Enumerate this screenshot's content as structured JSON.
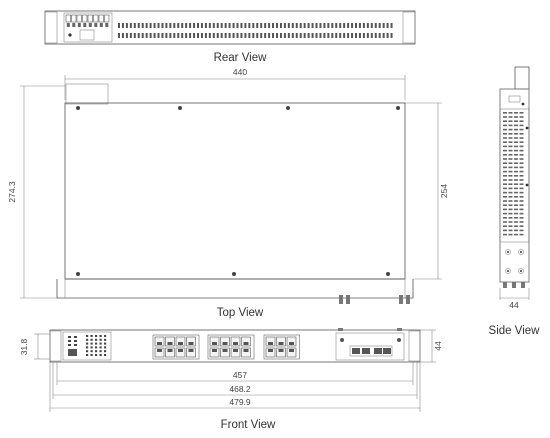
{
  "views": {
    "rear": "Rear View",
    "top": "Top View",
    "side": "Side View",
    "front": "Front View"
  },
  "dimensions": {
    "top_width": "440",
    "top_depth_total": "274.3",
    "top_depth_body": "254",
    "side_width": "44",
    "front_height_left": "31.8",
    "front_height_right": "44",
    "front_w1": "457",
    "front_w2": "468.2",
    "front_w3": "479.9"
  },
  "colors": {
    "line": "#555555",
    "panel": "#f2f2f2",
    "dark": "#333333"
  }
}
